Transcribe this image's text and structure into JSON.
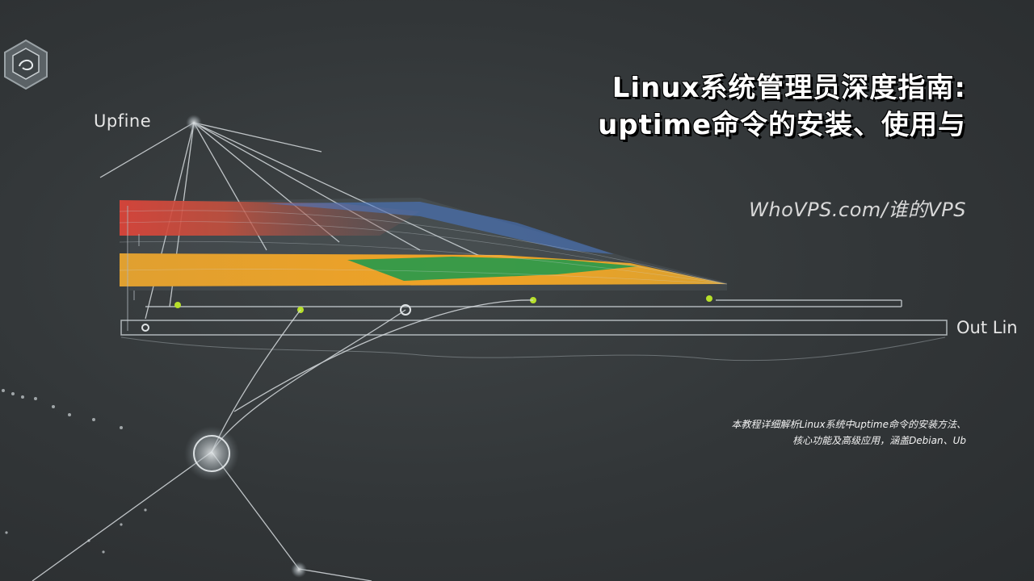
{
  "illustration": {
    "label_left": "Upfine",
    "label_right": "Out Lin"
  },
  "title": {
    "line1": "Linux系统管理员深度指南:",
    "line2": "uptime命令的安装、使用与"
  },
  "site": "WhoVPS.com/谁的VPS",
  "description": {
    "line1": "本教程详细解析Linux系统中uptime命令的安装方法、",
    "line2": "核心功能及高级应用，涵盖Debian、Ub"
  },
  "logo_icon": "cube-shield-icon",
  "colors": {
    "band_red": "#d9443a",
    "band_orange": "#f0a225",
    "band_green": "#2f9a4a",
    "band_blue": "#4a7bd0",
    "wire": "#d8dde0"
  }
}
